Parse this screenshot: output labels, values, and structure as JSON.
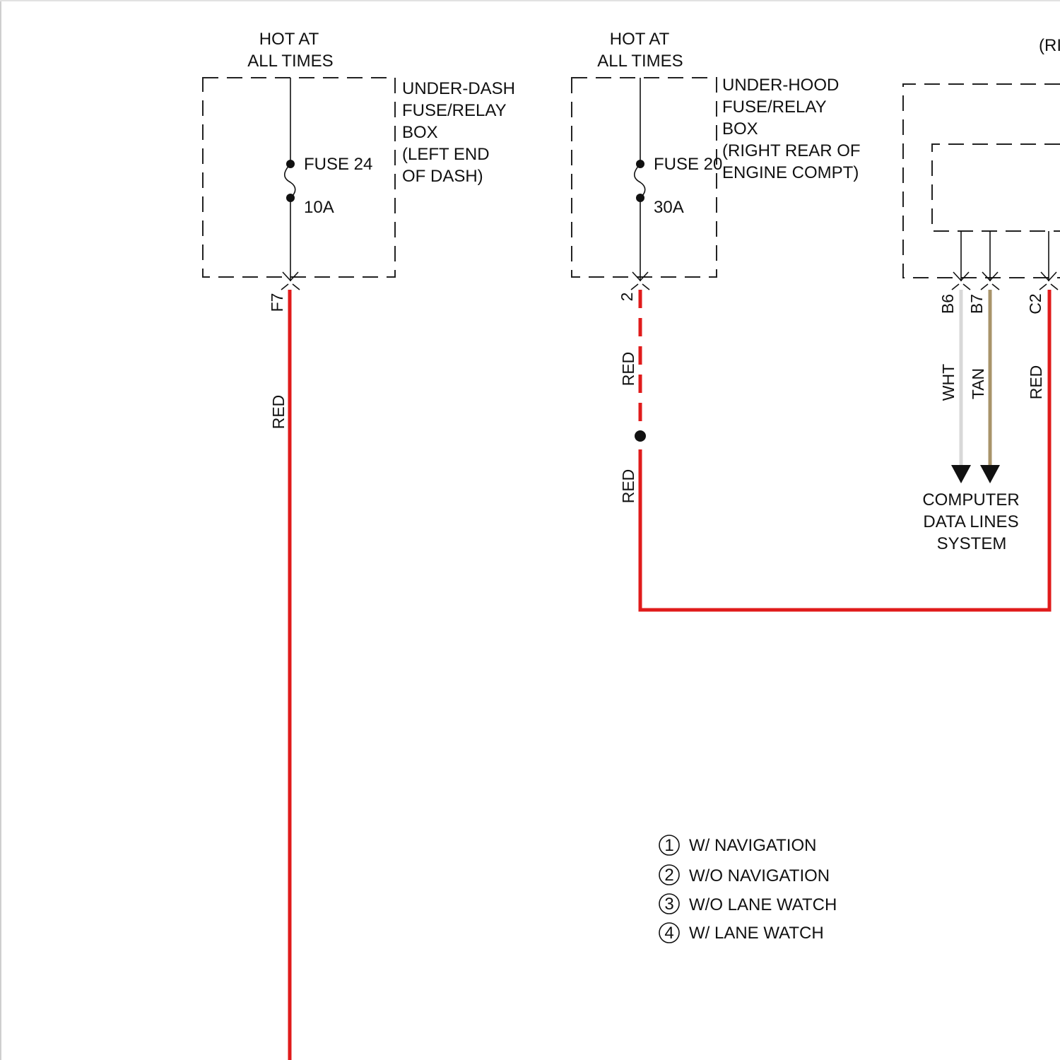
{
  "colors": {
    "red_wire": "#e01b1b",
    "white_wire": "#d8d8d8",
    "tan_wire": "#a8946a",
    "line": "#111111"
  },
  "left_fuse_box": {
    "power_label": [
      "HOT AT",
      "ALL TIMES"
    ],
    "box_label": [
      "UNDER-DASH",
      "FUSE/RELAY",
      "BOX",
      "(LEFT END",
      "OF DASH)"
    ],
    "fuse_name": "FUSE 24",
    "fuse_rating": "10A",
    "terminal": "F7",
    "wire_color": "RED"
  },
  "right_fuse_box": {
    "power_label": [
      "HOT AT",
      "ALL TIMES"
    ],
    "box_label": [
      "UNDER-HOOD",
      "FUSE/RELAY",
      "BOX",
      "(RIGHT REAR OF",
      "ENGINE COMPT)"
    ],
    "fuse_name": "FUSE 20",
    "fuse_rating": "30A",
    "terminal": "2",
    "wire_color_top": "RED",
    "wire_color_bottom": "RED"
  },
  "right_module": {
    "partial_label": "(RI",
    "pins": [
      {
        "pin": "B6",
        "wire_color": "WHT"
      },
      {
        "pin": "B7",
        "wire_color": "TAN"
      },
      {
        "pin": "C2",
        "wire_color": "RED"
      }
    ],
    "destination": [
      "COMPUTER",
      "DATA LINES",
      "SYSTEM"
    ]
  },
  "legend": [
    {
      "num": "1",
      "text": "W/ NAVIGATION"
    },
    {
      "num": "2",
      "text": "W/O NAVIGATION"
    },
    {
      "num": "3",
      "text": "W/O LANE WATCH"
    },
    {
      "num": "4",
      "text": "W/ LANE WATCH"
    }
  ]
}
